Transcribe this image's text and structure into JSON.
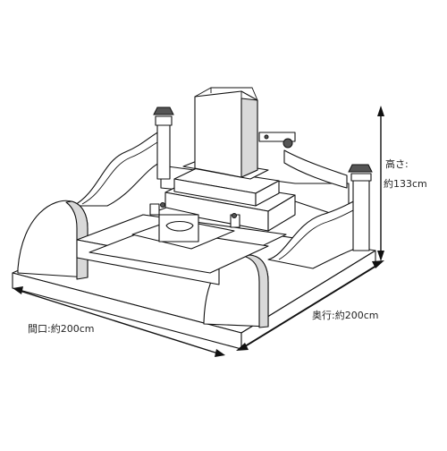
{
  "dimensions": {
    "height": {
      "title": "高さ:",
      "value": "約133cm"
    },
    "width": "間口:約200cm",
    "depth": "奥行:約200cm"
  },
  "drawing": {
    "subject": "grave-monument-line-drawing",
    "line_color": "#111111",
    "shade_color": "#d9d9d9"
  }
}
